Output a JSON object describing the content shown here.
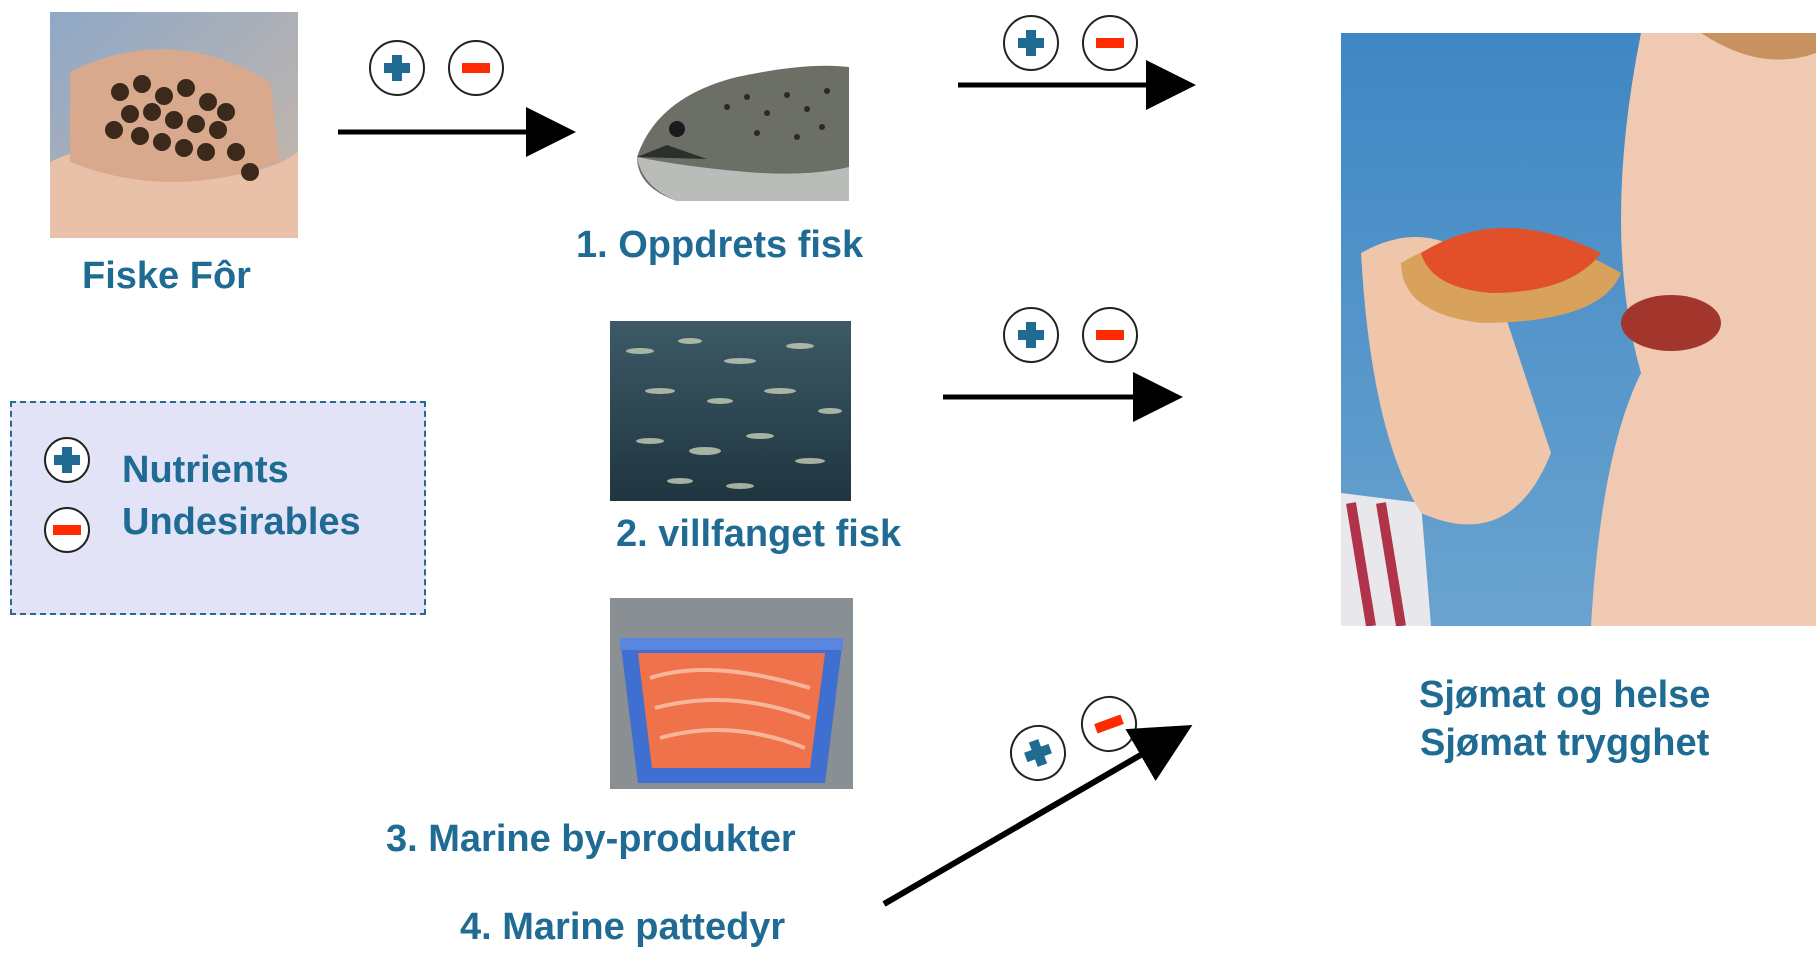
{
  "feed": {
    "label": "Fiske Fôr"
  },
  "sources": [
    {
      "label": "1. Oppdrets fisk"
    },
    {
      "label": "2. villfanget fisk"
    },
    {
      "label": "3. Marine by-produkter"
    },
    {
      "label": "4. Marine pattedyr"
    }
  ],
  "legend": {
    "plus_label": "Nutrients",
    "minus_label": "Undesirables"
  },
  "consumer": {
    "line1": "Sjømat og helse",
    "line2": "Sjømat trygghet"
  },
  "colors": {
    "label_text": "#1f6b94",
    "plus_sign": "#1f6b94",
    "minus_sign": "#ff2a00",
    "legend_bg": "#e3e3f8"
  },
  "icons": {
    "plus": "plus-circle-icon",
    "minus": "minus-circle-icon"
  }
}
